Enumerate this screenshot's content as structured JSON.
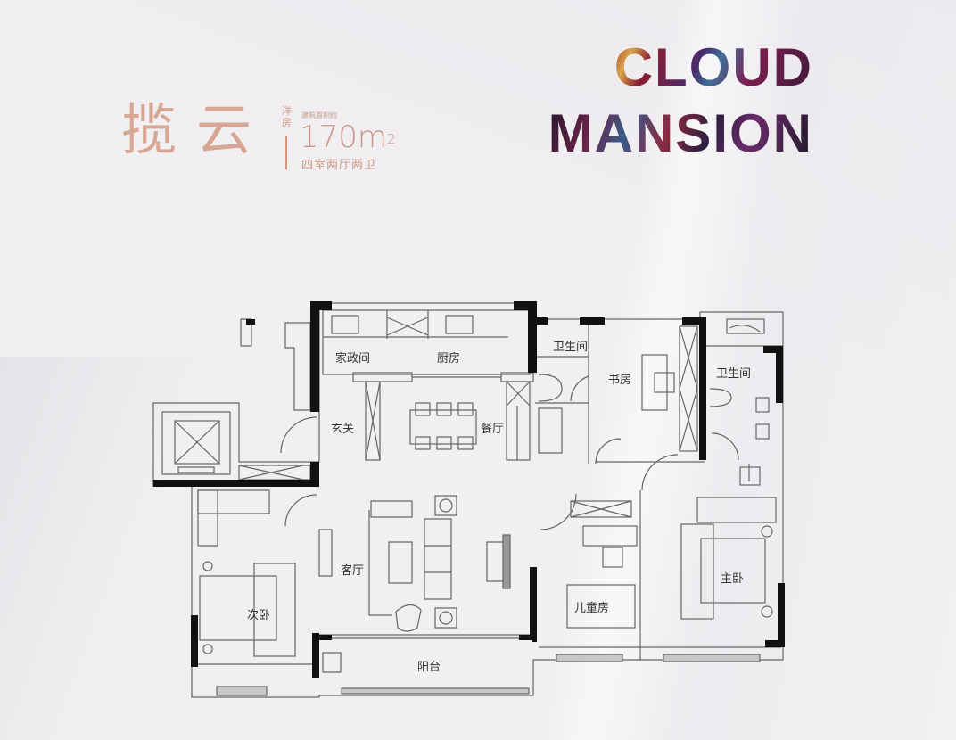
{
  "header": {
    "name_cn": "揽云",
    "property_type": "洋房",
    "area_caption": "建筑面积约",
    "area_value": "170m",
    "area_unit_sup": "2",
    "layout": "四室两厅两卫"
  },
  "brand": {
    "line1": "CLOUD",
    "line2": "MANSION"
  },
  "floorplan": {
    "rooms": [
      {
        "id": "utility",
        "label": "家政间"
      },
      {
        "id": "kitchen",
        "label": "厨房"
      },
      {
        "id": "bath1",
        "label": "卫生间"
      },
      {
        "id": "study",
        "label": "书房"
      },
      {
        "id": "bath2",
        "label": "卫生间"
      },
      {
        "id": "entry",
        "label": "玄关"
      },
      {
        "id": "dining",
        "label": "餐厅"
      },
      {
        "id": "living",
        "label": "客厅"
      },
      {
        "id": "second_bedroom",
        "label": "次卧"
      },
      {
        "id": "kids_room",
        "label": "儿童房"
      },
      {
        "id": "master_bedroom",
        "label": "主卧"
      },
      {
        "id": "balcony",
        "label": "阳台"
      }
    ]
  },
  "colors": {
    "background": "#f1eff1",
    "title_accent": "#d7a794",
    "wall": "#111111",
    "line": "#555555"
  }
}
